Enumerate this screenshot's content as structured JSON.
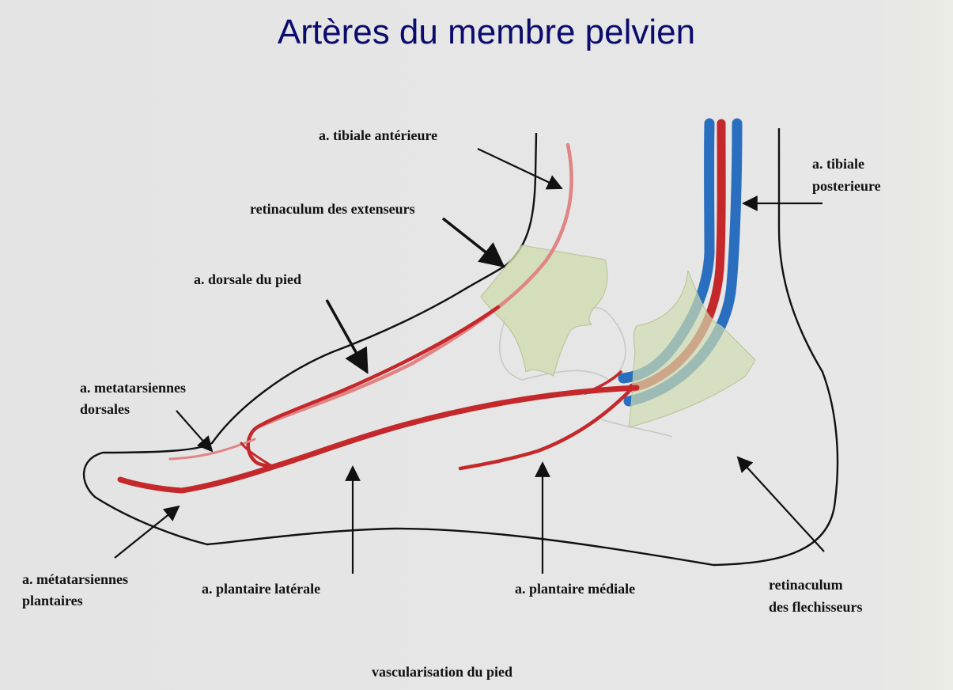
{
  "title": "Artères du membre pelvien",
  "caption": "vascularisation du pied",
  "labels": {
    "tibiale_anterieure": "a. tibiale antérieure",
    "retinaculum_extenseurs": "retinaculum des extenseurs",
    "dorsale_pied": "a. dorsale du pied",
    "metatarsiennes_dorsales_1": "a. metatarsiennes",
    "metatarsiennes_dorsales_2": "dorsales",
    "metatarsiennes_plantaires_1": "a. métatarsiennes",
    "metatarsiennes_plantaires_2": "plantaires",
    "plantaire_laterale": "a. plantaire latérale",
    "plantaire_mediale": "a. plantaire médiale",
    "tibiale_posterieure_1": "a. tibiale",
    "tibiale_posterieure_2": "posterieure",
    "retinaculum_flechisseurs_1": "retinaculum",
    "retinaculum_flechisseurs_2": "des flechisseurs"
  },
  "colors": {
    "title": "#0b0b6e",
    "artery": "#c4282a",
    "artery_light": "#e08585",
    "vein": "#2a6fbf",
    "retinaculum": "#cfdcb0",
    "outline": "#111111"
  }
}
